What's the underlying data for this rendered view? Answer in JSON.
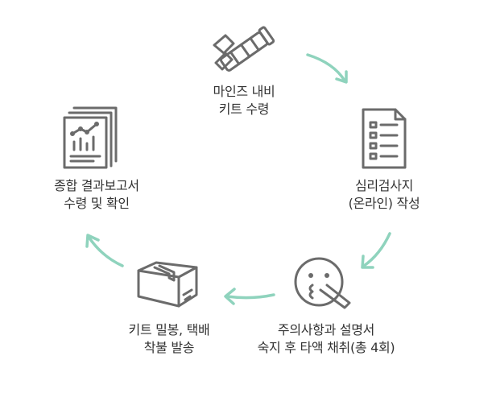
{
  "steps": [
    {
      "id": "kit",
      "icon": "test-tube-icon",
      "line1": "마인즈 내비",
      "line2": "키트 수령"
    },
    {
      "id": "survey",
      "icon": "checklist-document-icon",
      "line1": "심리검사지",
      "line2": "(온라인) 작성"
    },
    {
      "id": "saliva",
      "icon": "face-saliva-icon",
      "line1": "주의사항과 설명서",
      "line2": "숙지 후 타액 채취(총 4회)"
    },
    {
      "id": "ship",
      "icon": "package-box-icon",
      "line1": "키트 밀봉, 택배",
      "line2": "착불 발송"
    },
    {
      "id": "report",
      "icon": "report-chart-icon",
      "line1": "종합 결과보고서",
      "line2": "수령 및 확인"
    }
  ],
  "colors": {
    "icon_stroke": "#6b6b6b",
    "arrow": "#8fd3bd",
    "text": "#333333"
  }
}
